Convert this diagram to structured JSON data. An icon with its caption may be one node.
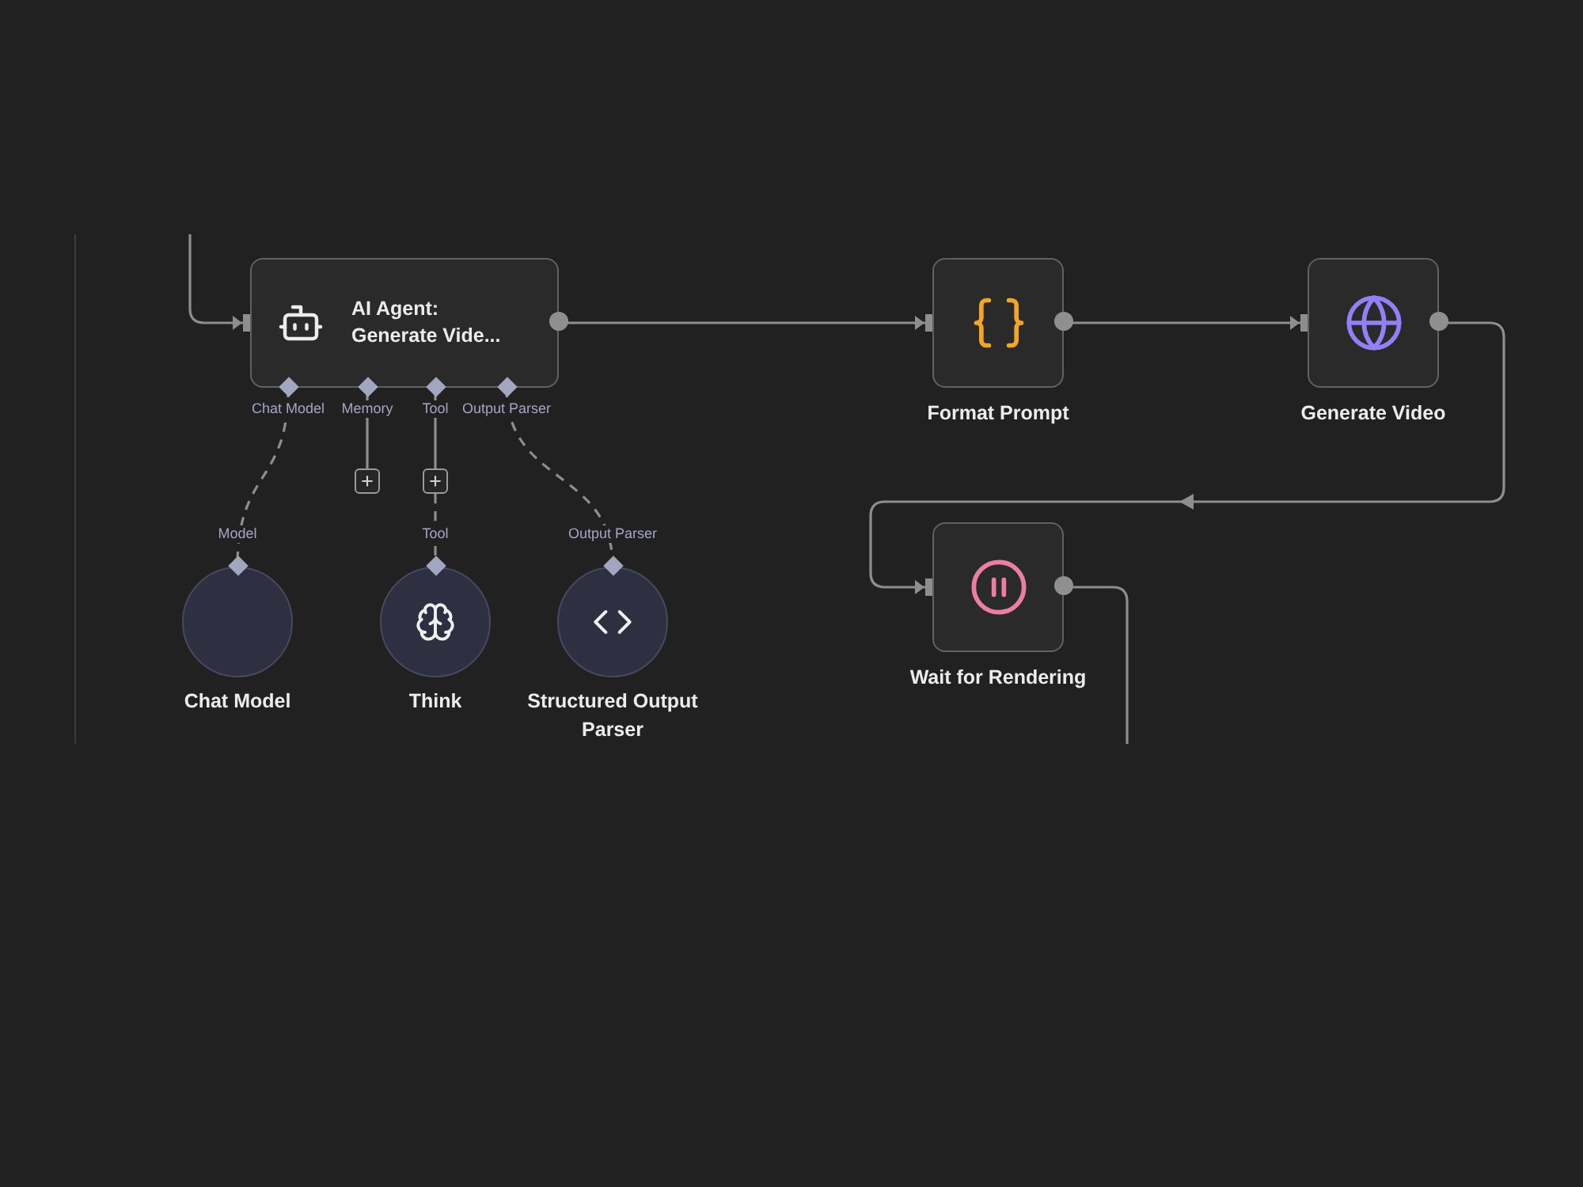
{
  "diagram": {
    "nodes": [
      {
        "text": [
          "AI Agent: Generate Vide..."
        ],
        "beside": [
          "Chat Model",
          "Memory",
          "Tool",
          "Output Parser"
        ]
      },
      {
        "text": [
          "Format Prompt"
        ]
      },
      {
        "text": [
          "Generate Video"
        ]
      },
      {
        "text": [],
        "shape": "box"
      },
      {
        "text": [],
        "shape": "box"
      },
      {
        "text": [
          "Wait for Rendering"
        ]
      },
      {
        "text": [
          "Chat Model"
        ],
        "beside": [
          "Model"
        ]
      },
      {
        "text": [
          "Think"
        ],
        "beside": [
          "Tool"
        ]
      },
      {
        "text": [
          "Structured Output Parser"
        ],
        "beside": [
          "Output Parser"
        ]
      }
    ],
    "edges": [
      {
        "from": null,
        "to": 0,
        "arrow": "to"
      },
      {
        "from": 0,
        "to": 1,
        "arrow": "to"
      },
      {
        "from": 1,
        "to": 2,
        "arrow": "to"
      },
      {
        "from": 2,
        "to": 5,
        "arrow": "to"
      },
      {
        "from": 5,
        "to": null,
        "arrow": "none"
      },
      {
        "from": 0,
        "to": 6,
        "arrow": "none",
        "style": "dashed"
      },
      {
        "from": 0,
        "to": 3,
        "arrow": "none"
      },
      {
        "from": 0,
        "to": 4,
        "arrow": "none"
      },
      {
        "from": 4,
        "to": 7,
        "arrow": "none",
        "style": "dashed"
      },
      {
        "from": 0,
        "to": 8,
        "arrow": "none",
        "style": "dashed"
      }
    ]
  }
}
